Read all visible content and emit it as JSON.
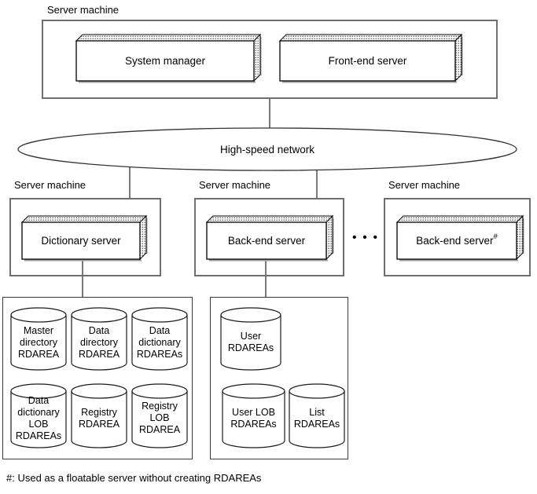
{
  "diagram": {
    "top_machine": {
      "label": "Server machine",
      "system_manager": "System manager",
      "front_end_server": "Front-end server"
    },
    "network": {
      "label": "High-speed network"
    },
    "dictionary_machine": {
      "label": "Server machine",
      "server": "Dictionary server"
    },
    "backend_machine": {
      "label": "Server machine",
      "server": "Back-end server"
    },
    "floatable_machine": {
      "label": "Server machine",
      "server": "Back-end server",
      "superscript": "#"
    },
    "ellipsis": "•••",
    "dictionary_storage": {
      "cylinders": [
        "Master\ndirectory\nRDAREA",
        "Data\ndirectory\nRDAREA",
        "Data\ndictionary\nRDAREAs",
        "Data\ndictionary\nLOB\nRDAREAs",
        "Registry\nRDAREA",
        "Registry\nLOB\nRDAREA"
      ]
    },
    "backend_storage": {
      "cylinders": [
        "User\nRDAREAs",
        "User LOB\nRDAREAs",
        "List\nRDAREAs"
      ]
    },
    "footnote": "#: Used as a floatable server without creating RDAREAs"
  },
  "colors": {
    "machine_box_border": "#6e6e6e",
    "storage_box_border": "#3a3a3a",
    "connector_line": "#4d4d4d",
    "shape_stroke": "#1a1a1a",
    "halftone_dot": "#707070",
    "shadow": "#a0a0a0",
    "background": "#ffffff",
    "text": "#000000"
  }
}
